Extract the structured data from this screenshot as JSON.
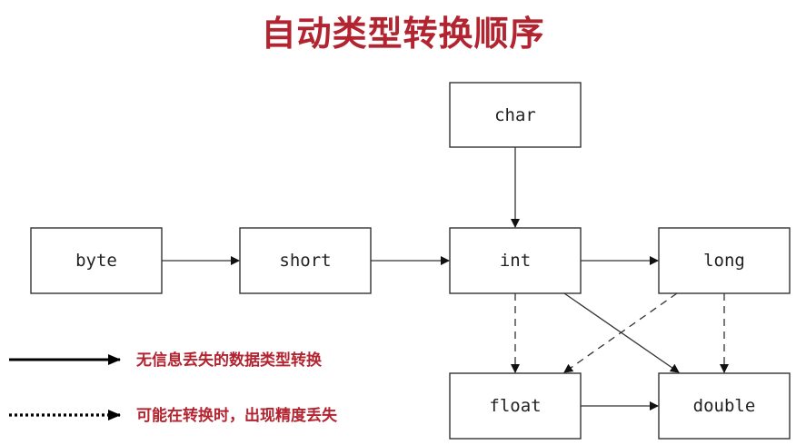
{
  "title": "自动类型转换顺序",
  "nodes": {
    "char": "char",
    "byte": "byte",
    "short": "short",
    "int": "int",
    "long": "long",
    "float": "float",
    "double": "double"
  },
  "legend": {
    "solid": "无信息丢失的数据类型转换",
    "dashed": "可能在转换时，出现精度丢失"
  },
  "colors": {
    "title": "#b22430",
    "legend_text": "#b22430",
    "lines": "#333333"
  }
}
